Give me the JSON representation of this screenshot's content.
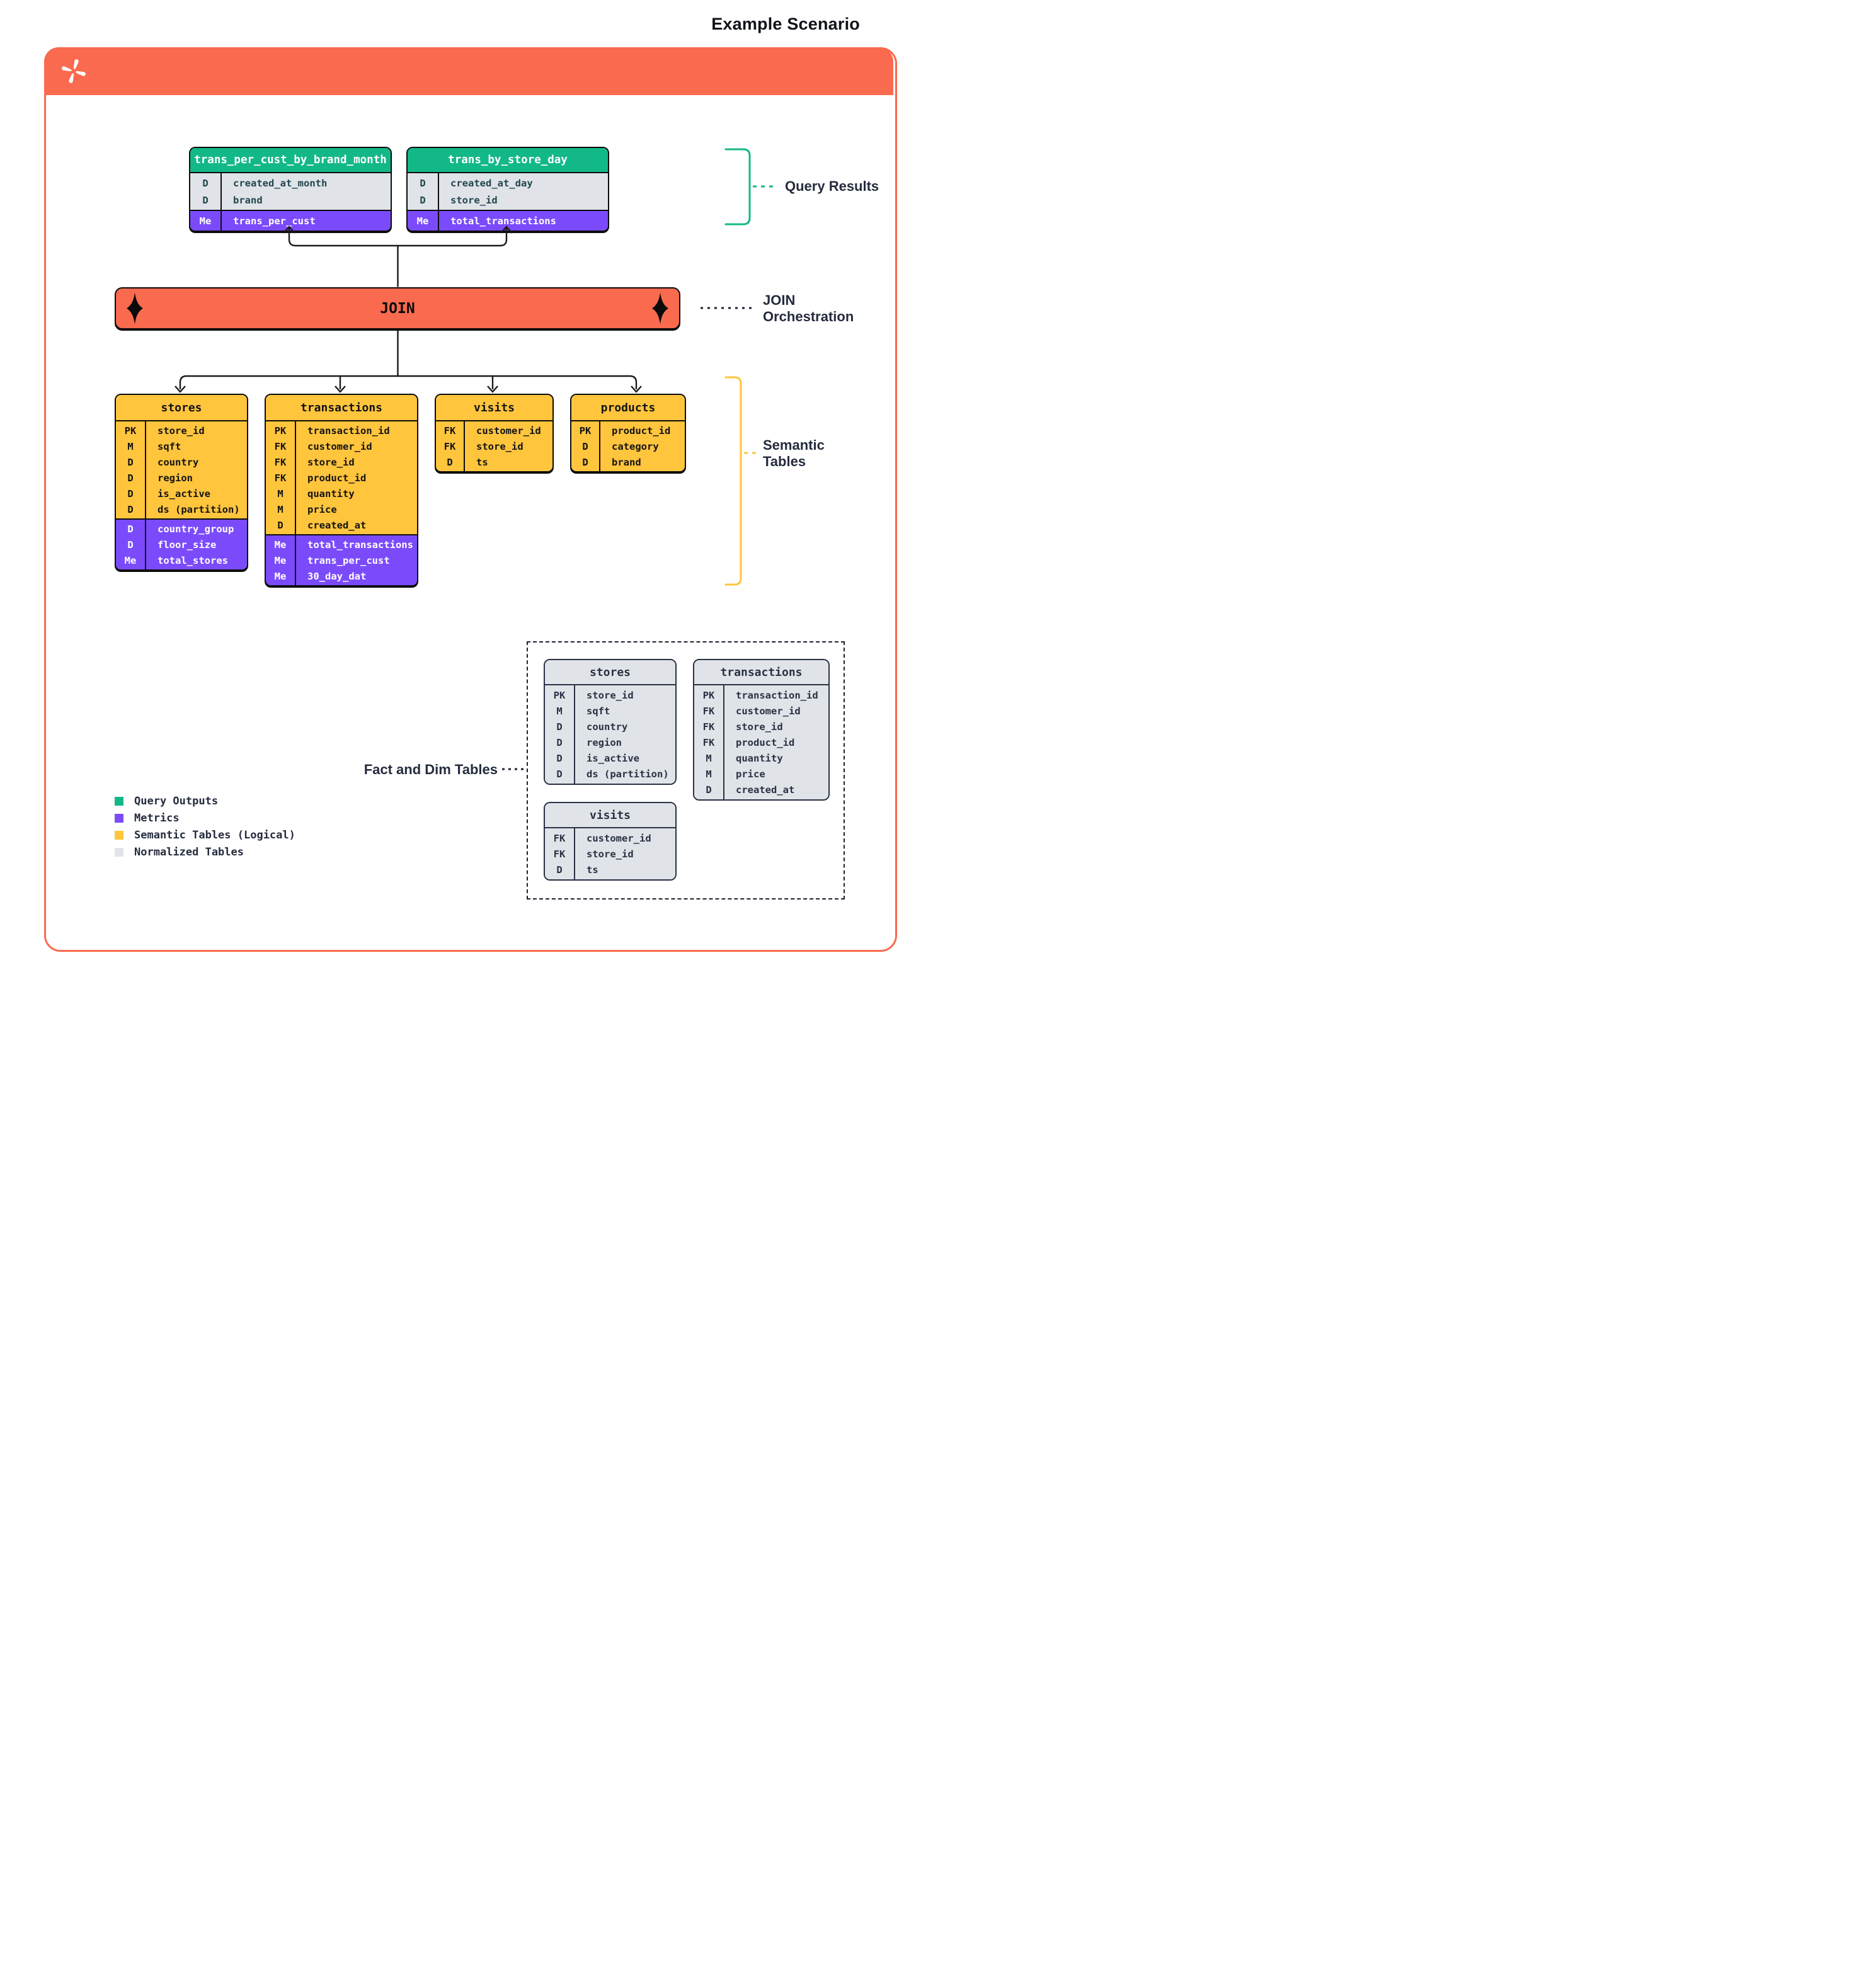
{
  "header": {
    "title": "Example Scenario"
  },
  "join_block": {
    "label": "JOIN"
  },
  "annotations": {
    "query_results": "Query Results",
    "join_orchestration_line1": "JOIN",
    "join_orchestration_line2": "Orchestration",
    "semantic_tables_line1": "Semantic",
    "semantic_tables_line2": "Tables",
    "fact_dim": "Fact and Dim Tables"
  },
  "colors": {
    "accent_orange": "#FA6A4F",
    "query_output_green": "#13B888",
    "metric_purple": "#7B4BFB",
    "semantic_yellow": "#FFC53D",
    "normalized_gray": "#E0E4E8",
    "label_navy": "#252C3E"
  },
  "query_result_tables": [
    {
      "title": "trans_per_cust_by_brand_month",
      "rows": [
        {
          "key": "D",
          "name": "created_at_month"
        },
        {
          "key": "D",
          "name": "brand"
        }
      ],
      "metric_rows": [
        {
          "key": "Me",
          "name": "trans_per_cust"
        }
      ]
    },
    {
      "title": "trans_by_store_day",
      "rows": [
        {
          "key": "D",
          "name": "created_at_day"
        },
        {
          "key": "D",
          "name": "store_id"
        }
      ],
      "metric_rows": [
        {
          "key": "Me",
          "name": "total_transactions"
        }
      ]
    }
  ],
  "semantic_tables": [
    {
      "title": "stores",
      "rows": [
        {
          "key": "PK",
          "name": "store_id"
        },
        {
          "key": "M",
          "name": "sqft"
        },
        {
          "key": "D",
          "name": "country"
        },
        {
          "key": "D",
          "name": "region"
        },
        {
          "key": "D",
          "name": "is_active"
        },
        {
          "key": "D",
          "name": "ds (partition)"
        }
      ],
      "metric_rows": [
        {
          "key": "D",
          "name": "country_group"
        },
        {
          "key": "D",
          "name": "floor_size"
        },
        {
          "key": "Me",
          "name": "total_stores"
        }
      ]
    },
    {
      "title": "transactions",
      "rows": [
        {
          "key": "PK",
          "name": "transaction_id"
        },
        {
          "key": "FK",
          "name": "customer_id"
        },
        {
          "key": "FK",
          "name": "store_id"
        },
        {
          "key": "FK",
          "name": "product_id"
        },
        {
          "key": "M",
          "name": "quantity"
        },
        {
          "key": "M",
          "name": "price"
        },
        {
          "key": "D",
          "name": "created_at"
        }
      ],
      "metric_rows": [
        {
          "key": "Me",
          "name": "total_transactions"
        },
        {
          "key": "Me",
          "name": "trans_per_cust"
        },
        {
          "key": "Me",
          "name": "30_day_dat"
        }
      ]
    },
    {
      "title": "visits",
      "rows": [
        {
          "key": "FK",
          "name": "customer_id"
        },
        {
          "key": "FK",
          "name": "store_id"
        },
        {
          "key": "D",
          "name": "ts"
        }
      ],
      "metric_rows": []
    },
    {
      "title": "products",
      "rows": [
        {
          "key": "PK",
          "name": "product_id"
        },
        {
          "key": "D",
          "name": "category"
        },
        {
          "key": "D",
          "name": "brand"
        }
      ],
      "metric_rows": []
    }
  ],
  "normalized_tables": [
    {
      "title": "stores",
      "rows": [
        {
          "key": "PK",
          "name": "store_id"
        },
        {
          "key": "M",
          "name": "sqft"
        },
        {
          "key": "D",
          "name": "country"
        },
        {
          "key": "D",
          "name": "region"
        },
        {
          "key": "D",
          "name": "is_active"
        },
        {
          "key": "D",
          "name": "ds (partition)"
        }
      ]
    },
    {
      "title": "transactions",
      "rows": [
        {
          "key": "PK",
          "name": "transaction_id"
        },
        {
          "key": "FK",
          "name": "customer_id"
        },
        {
          "key": "FK",
          "name": "store_id"
        },
        {
          "key": "FK",
          "name": "product_id"
        },
        {
          "key": "M",
          "name": "quantity"
        },
        {
          "key": "M",
          "name": "price"
        },
        {
          "key": "D",
          "name": "created_at"
        }
      ]
    },
    {
      "title": "visits",
      "rows": [
        {
          "key": "FK",
          "name": "customer_id"
        },
        {
          "key": "FK",
          "name": "store_id"
        },
        {
          "key": "D",
          "name": "ts"
        }
      ]
    }
  ],
  "legend": {
    "items": [
      {
        "swatch": "#13B888",
        "label": "Query Outputs"
      },
      {
        "swatch": "#7B4BFB",
        "label": "Metrics"
      },
      {
        "swatch": "#FFC53D",
        "label": "Semantic Tables (Logical)"
      },
      {
        "swatch": "#E0E4E8",
        "label": "Normalized Tables"
      }
    ]
  }
}
